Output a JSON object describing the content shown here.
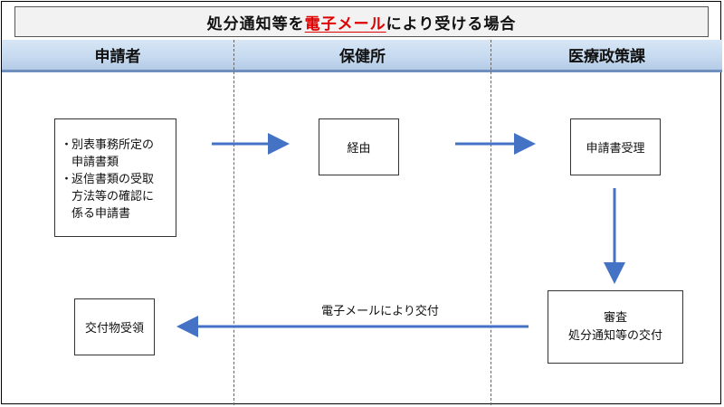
{
  "title": {
    "prefix": "処分通知等を",
    "emphasis": "電子メール",
    "suffix": "により受ける場合",
    "emphasis_color": "#e00000"
  },
  "lanes": [
    "申請者",
    "保健所",
    "医療政策課"
  ],
  "colors": {
    "lane_header": "#c5d9ef",
    "arrow": "#4472c4"
  },
  "nodes": {
    "application_docs": {
      "items": [
        "別表事務所定の申請書類",
        "返信書類の受取方法等の確認に係る申請書"
      ],
      "item_lines": [
        [
          "別表事務所定の",
          "申請書類"
        ],
        [
          "返信書類の受取",
          "方法等の確認に",
          "係る申請書"
        ]
      ],
      "bullet": "・"
    },
    "via": "経由",
    "receipt": "申請書受理",
    "review": {
      "line1": "審査",
      "line2": "処分通知等の交付"
    },
    "receive": "交付物受領"
  },
  "edges": {
    "email_delivery": "電子メールにより交付"
  }
}
